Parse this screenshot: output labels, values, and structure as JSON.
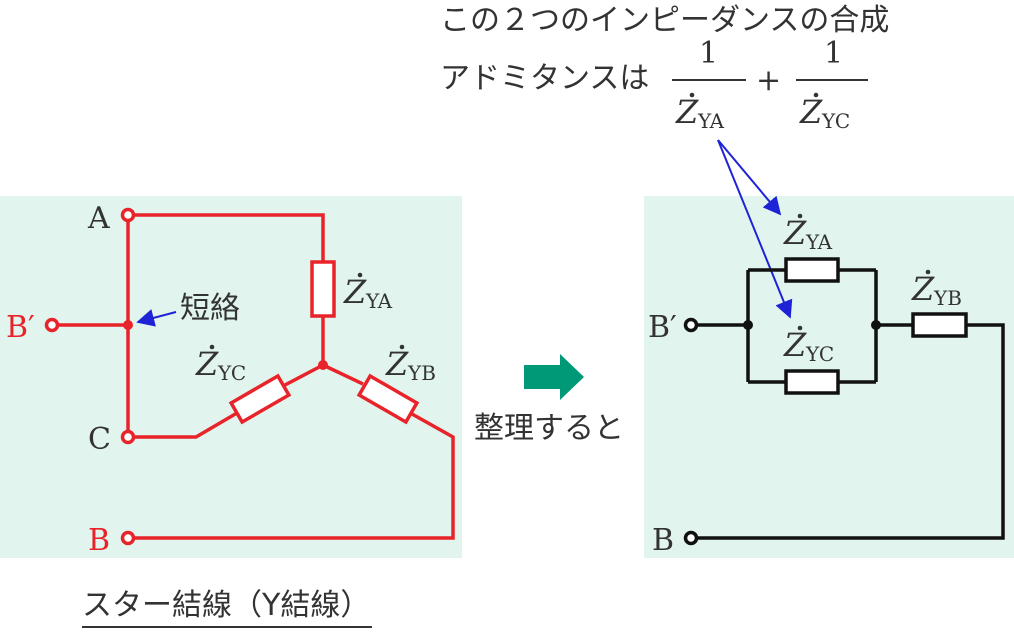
{
  "colors": {
    "panel_bg": "#e1f5ee",
    "star_wire": "#e8232a",
    "equiv_wire": "#111111",
    "arrow_blue": "#1f23d6",
    "arrow_green": "#009977",
    "text": "#333333"
  },
  "caption": {
    "line1": "この２つのインピーダンスの合成",
    "line2": "アドミタンスは",
    "numerator1": "1",
    "numerator2": "1",
    "plus": "+"
  },
  "impedance": {
    "symbol": "Z",
    "ya_sub": "YA",
    "yb_sub": "YB",
    "yc_sub": "YC"
  },
  "left": {
    "terminal_a": "A",
    "terminal_b_prime": "B′",
    "terminal_c": "C",
    "terminal_b": "B",
    "short_label": "短絡"
  },
  "right": {
    "terminal_b_prime": "B′",
    "terminal_b": "B"
  },
  "transition_label": "整理すると",
  "bottom_caption": "スター結線（Y結線）"
}
